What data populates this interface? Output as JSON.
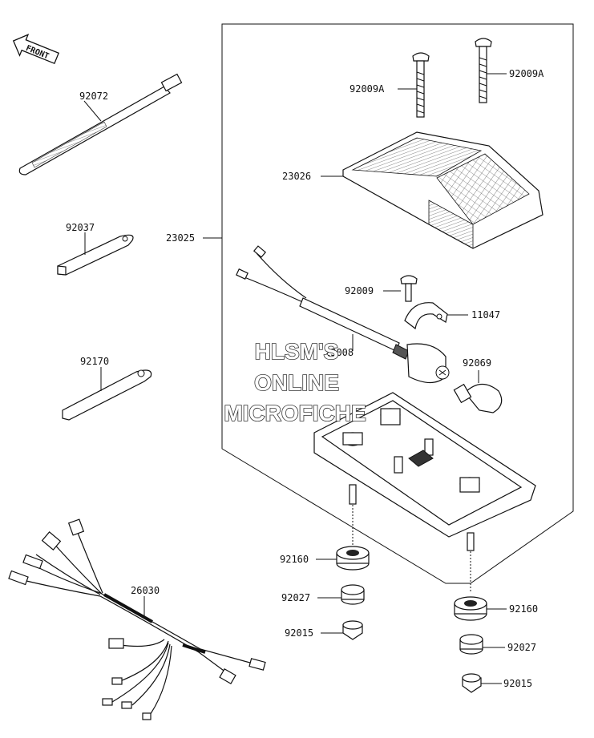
{
  "diagram": {
    "front_arrow_label": "FRONT",
    "watermark": [
      "HLSM'S",
      "ONLINE",
      "MICROFICHE"
    ],
    "callouts": {
      "c92072": "92072",
      "c92037": "92037",
      "c92170": "92170",
      "c26030": "26030",
      "c23025": "23025",
      "c92009A_1": "92009A",
      "c92009A_2": "92009A",
      "c23026": "23026",
      "c92009": "92009",
      "c11047": "11047",
      "c23008": "23008",
      "c92069": "92069",
      "c92160_1": "92160",
      "c92027_1": "92027",
      "c92015_1": "92015",
      "c92160_2": "92160",
      "c92027_2": "92027",
      "c92015_2": "92015"
    }
  }
}
